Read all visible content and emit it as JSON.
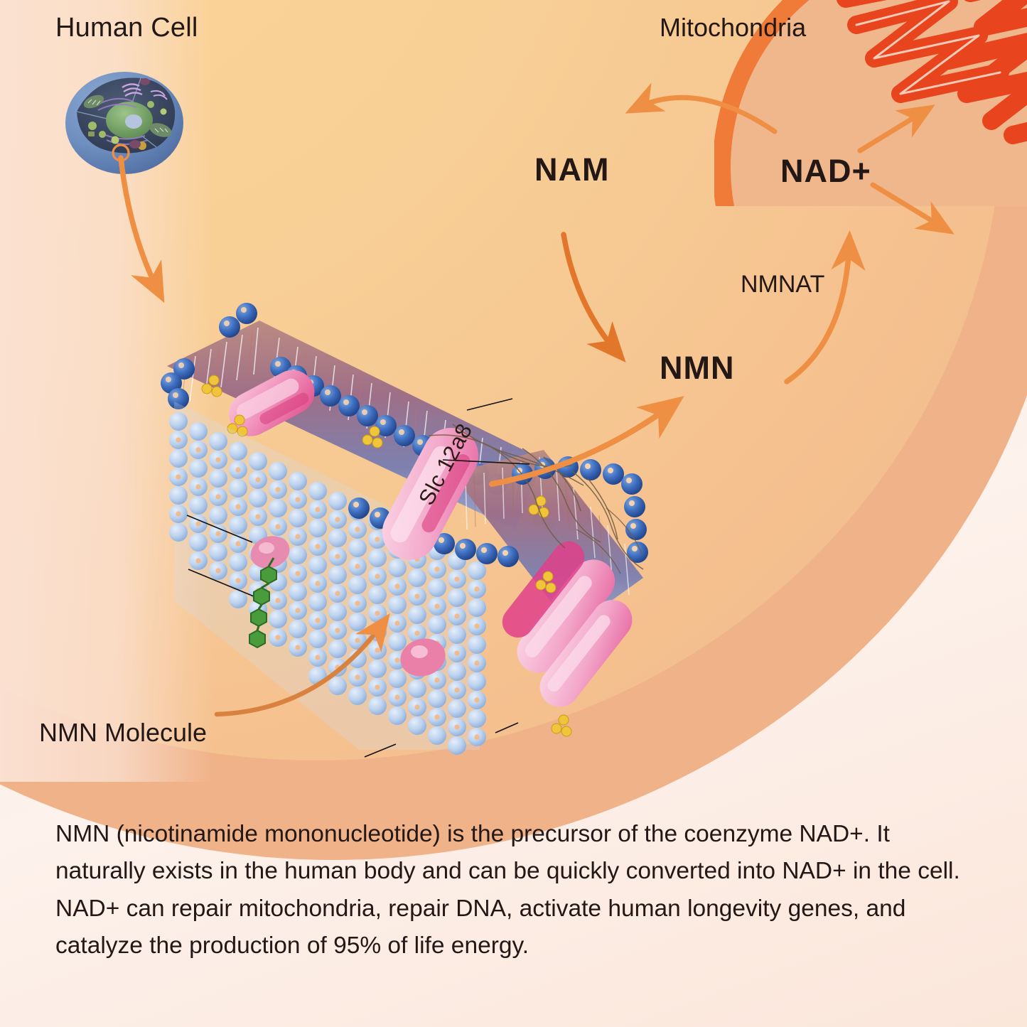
{
  "title_labels": {
    "human_cell": "Human Cell",
    "mitochondria": "Mitochondria",
    "nmn_molecule": "NMN Molecule"
  },
  "pathway": {
    "nam": "NAM",
    "nad_plus": "NAD+",
    "nmn": "NMN",
    "nmnat": "NMNAT",
    "transporter": "Slc 12a8"
  },
  "description": "NMN (nicotinamide mononucleotide) is the precursor of the coenzyme NAD+. It naturally exists in the human body and can be quickly converted into NAD+ in the cell. NAD+ can repair mitochondria, repair DNA, activate human longevity genes, and catalyze the production of 95% of life energy.",
  "colors": {
    "arrow_orange": "#ef8f43",
    "arrow_orange_dark": "#e2762a",
    "mito_cristae_red": "#e8441d",
    "mito_membrane_orange": "#f07a37",
    "cytoplasm_yellow": "#f8cf96",
    "cell_band_orange": "#f0b289",
    "outside_peach": "#fbe3d6",
    "membrane_head_blue": "#3f6fc0",
    "transporter_pink": "#ef95bc",
    "nmn_molecule_green": "#4a9b3c",
    "text_dark": "#231815"
  },
  "icons": {
    "human_cell": "human-cell-illustration",
    "mitochondria": "mitochondria-illustration",
    "membrane": "lipid-bilayer-illustration",
    "nmn_molecule": "nmn-molecule-hexagon-chain"
  }
}
